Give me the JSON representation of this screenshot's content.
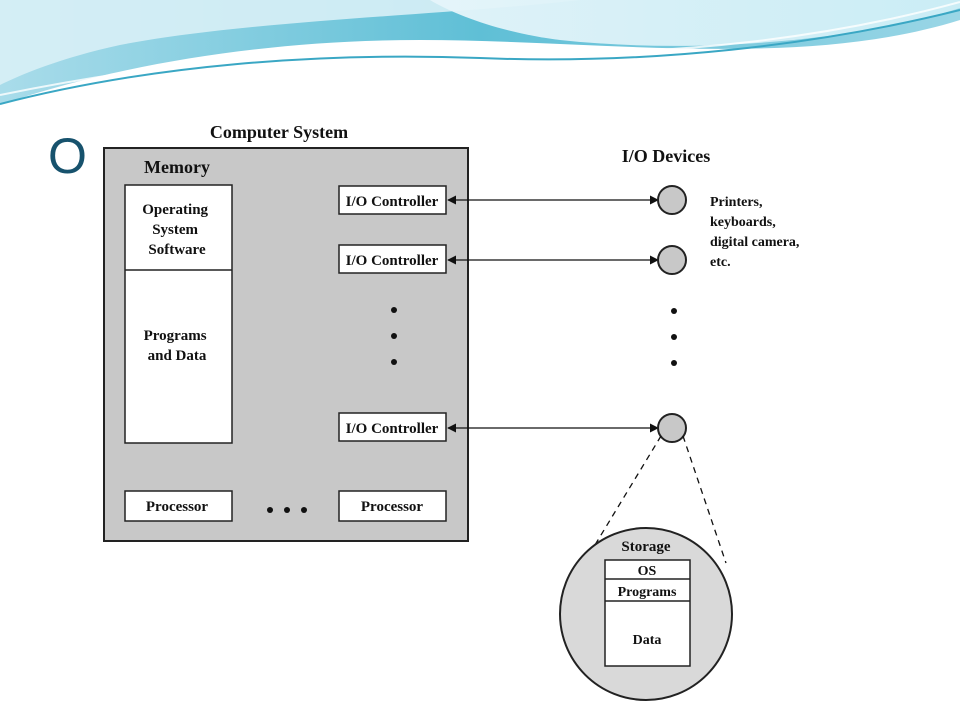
{
  "slide": {
    "title_fragment": "O",
    "colors": {
      "title": "#17526d",
      "wave_dark": "#4fb3cc",
      "wave_light": "#bfe6f0",
      "wave_mid": "#8fd2e3"
    }
  },
  "diagram": {
    "title": "Computer System",
    "memory": {
      "title": "Memory",
      "os_software": [
        "Operating",
        "System",
        "Software"
      ],
      "programs_data": [
        "Programs",
        "and Data"
      ]
    },
    "io_controllers": [
      "I/O Controller",
      "I/O Controller",
      "I/O Controller"
    ],
    "processors": [
      "Processor",
      "Processor"
    ],
    "io_devices": {
      "title": "I/O Devices",
      "description": [
        "Printers,",
        "keyboards,",
        "digital camera,",
        "etc."
      ]
    },
    "storage": {
      "title": "Storage",
      "os": "OS",
      "programs": "Programs",
      "data": "Data"
    },
    "colors": {
      "system_fill": "#c8c8c8",
      "stroke": "#222222",
      "device_fill": "#c8c8c8",
      "storage_fill": "#d9d9d9"
    }
  }
}
